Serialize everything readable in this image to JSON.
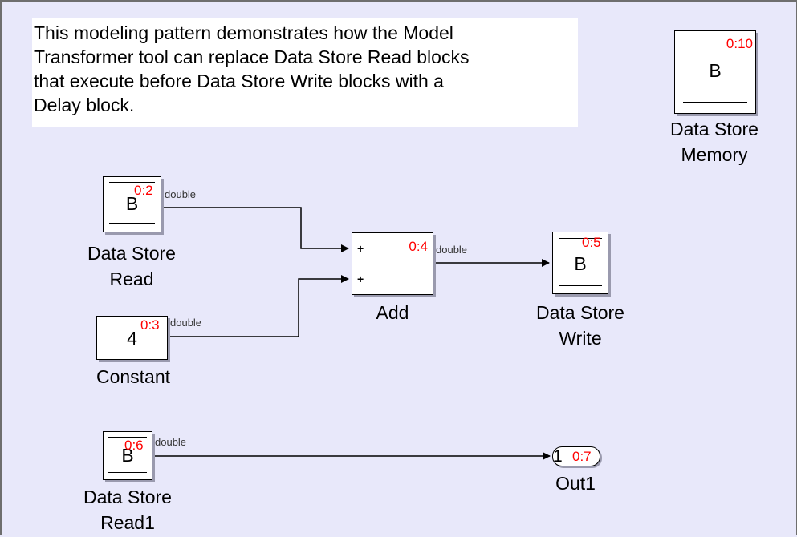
{
  "annotation": {
    "lines": [
      "This modeling pattern demonstrates how the Model",
      "Transformer tool can replace Data Store Read blocks",
      "that execute before Data Store Write blocks with a",
      "Delay block."
    ]
  },
  "blocks": {
    "dsm": {
      "symbol": "B",
      "order": "0:10",
      "label_lines": [
        "Data Store",
        "Memory"
      ]
    },
    "dsr": {
      "symbol": "B",
      "order": "0:2",
      "label_lines": [
        "Data Store",
        "Read"
      ]
    },
    "constant": {
      "symbol": "4",
      "order": "0:3",
      "label_lines": [
        "Constant"
      ]
    },
    "add": {
      "port1": "+",
      "port2": "+",
      "order": "0:4",
      "label_lines": [
        "Add"
      ]
    },
    "dsw": {
      "symbol": "B",
      "order": "0:5",
      "label_lines": [
        "Data Store",
        "Write"
      ]
    },
    "dsr1": {
      "symbol": "B",
      "order": "0:6",
      "label_lines": [
        "Data Store",
        "Read1"
      ]
    },
    "out1": {
      "symbol": "1",
      "order": "0:7",
      "label_lines": [
        "Out1"
      ]
    }
  },
  "signals": {
    "dsr_out": "double",
    "constant_out": "double",
    "add_out": "double",
    "dsr1_out": "double"
  },
  "colors": {
    "canvas": "#e8e8fa",
    "execution_order": "#ff0000",
    "block_fill": "#ffffff",
    "shadow": "#9a9aae"
  }
}
